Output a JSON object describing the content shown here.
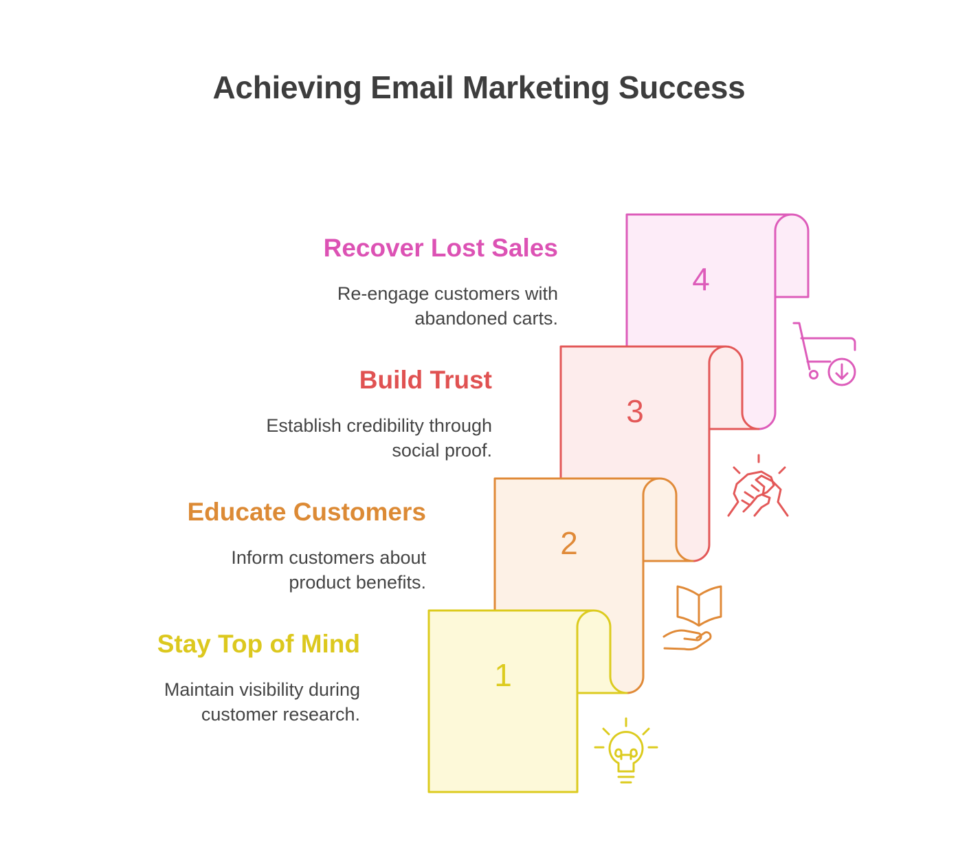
{
  "title": "Achieving Email Marketing Success",
  "steps": [
    {
      "number": "1",
      "title": "Stay Top of Mind",
      "desc_lines": [
        "Maintain visibility during",
        "customer research."
      ],
      "icon": "lightbulb-icon",
      "stroke": "#dccb1e",
      "fill": "#fdf9d9",
      "title_color": "#dcc81e"
    },
    {
      "number": "2",
      "title": "Educate Customers",
      "desc_lines": [
        "Inform customers about",
        "product benefits."
      ],
      "icon": "book-in-hand-icon",
      "stroke": "#e08a38",
      "fill": "#fdf1e6",
      "title_color": "#dc8a35"
    },
    {
      "number": "3",
      "title": "Build Trust",
      "desc_lines": [
        "Establish credibility through",
        "social proof."
      ],
      "icon": "handshake-icon",
      "stroke": "#e35858",
      "fill": "#fdecec",
      "title_color": "#e05252"
    },
    {
      "number": "4",
      "title": "Recover Lost Sales",
      "desc_lines": [
        "Re-engage customers with",
        "abandoned carts."
      ],
      "icon": "cart-download-icon",
      "stroke": "#dd5cba",
      "fill": "#fdecf8",
      "title_color": "#dc52b4"
    }
  ]
}
